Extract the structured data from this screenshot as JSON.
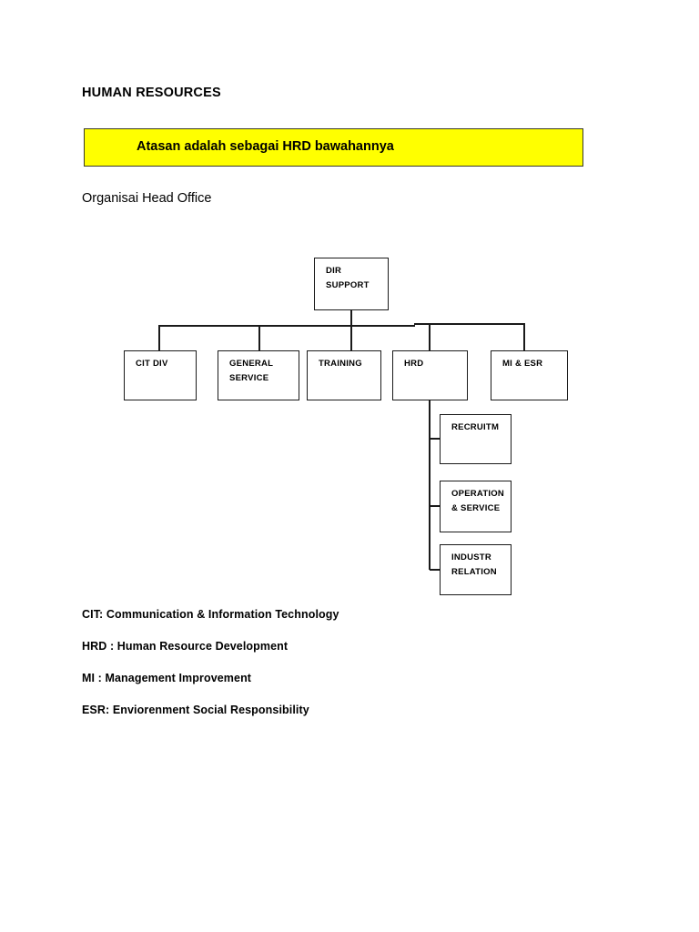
{
  "document": {
    "title": "HUMAN RESOURCES",
    "callout": "Atasan adalah sebagai HRD bawahannya",
    "subtitle": "Organisai Head Office",
    "callout_bg_color": "#ffff00",
    "callout_border_color": "#3a3a2a",
    "page_bg_color": "#ffffff",
    "text_color": "#000000"
  },
  "org_chart": {
    "root": {
      "label": "DIR\nSUPPORT"
    },
    "divisions": [
      {
        "label": "CIT DIV"
      },
      {
        "label": "GENERAL\nSERVICE"
      },
      {
        "label": "TRAINING"
      },
      {
        "label": "HRD"
      },
      {
        "label": "MI &   ESR"
      }
    ],
    "hrd_sections": [
      {
        "label": "RECRUITM"
      },
      {
        "label": "OPERATION\n& SERVICE"
      },
      {
        "label": "INDUSTR\nRELATION"
      }
    ],
    "line_color": "#1a1a1a"
  },
  "legend": {
    "lines": [
      "CIT: Communication & Information  Technology",
      "HRD : Human Resource Development",
      "MI : Management Improvement",
      "ESR: Enviorenment Social Responsibility"
    ]
  }
}
